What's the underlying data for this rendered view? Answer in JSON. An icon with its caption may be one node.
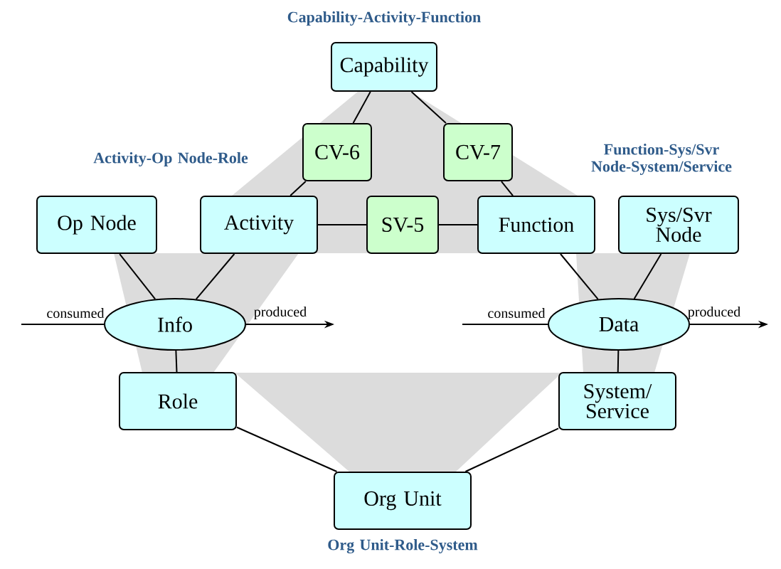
{
  "diagram": {
    "nodes": [
      {
        "text": [
          "Capability"
        ]
      },
      {
        "text": [
          "CV-6"
        ]
      },
      {
        "text": [
          "CV-7"
        ]
      },
      {
        "text": [
          "Op Node"
        ]
      },
      {
        "text": [
          "Activity"
        ]
      },
      {
        "text": [
          "SV-5"
        ]
      },
      {
        "text": [
          "Function"
        ]
      },
      {
        "text": [
          "Sys/Svr Node"
        ]
      },
      {
        "text": [
          "Info"
        ]
      },
      {
        "text": [
          "Data"
        ]
      },
      {
        "text": [
          "Role"
        ]
      },
      {
        "text": [
          "System/ Service"
        ]
      },
      {
        "text": [
          "Org Unit"
        ]
      }
    ],
    "edges": [
      {
        "from": 0,
        "to": 1,
        "arrow": "none"
      },
      {
        "from": 1,
        "to": 4,
        "arrow": "none"
      },
      {
        "from": 0,
        "to": 2,
        "arrow": "none"
      },
      {
        "from": 2,
        "to": 6,
        "arrow": "none"
      },
      {
        "from": 4,
        "to": 5,
        "arrow": "none"
      },
      {
        "from": 5,
        "to": 6,
        "arrow": "none"
      },
      {
        "from": 3,
        "to": 8,
        "arrow": "none"
      },
      {
        "from": 4,
        "to": 8,
        "arrow": "none"
      },
      {
        "from": 8,
        "to": 10,
        "arrow": "none"
      },
      {
        "from": 6,
        "to": 9,
        "arrow": "none"
      },
      {
        "from": 7,
        "to": 9,
        "arrow": "none"
      },
      {
        "from": 9,
        "to": 11,
        "arrow": "none"
      },
      {
        "from": 10,
        "to": 12,
        "arrow": "none"
      },
      {
        "from": 11,
        "to": 12,
        "arrow": "none"
      },
      {
        "from": null,
        "to": 8,
        "arrow": "none",
        "label": "consumed"
      },
      {
        "from": 8,
        "to": null,
        "arrow": "to",
        "label": "produced"
      },
      {
        "from": null,
        "to": 9,
        "arrow": "none",
        "label": "consumed"
      },
      {
        "from": 9,
        "to": null,
        "arrow": "to",
        "label": "produced"
      }
    ],
    "labels": [
      "Capability-Activity-Function",
      "Activity-Op Node-Role",
      "Function-Sys/Svr Node-System/Service",
      "Org Unit-Role-System"
    ]
  }
}
